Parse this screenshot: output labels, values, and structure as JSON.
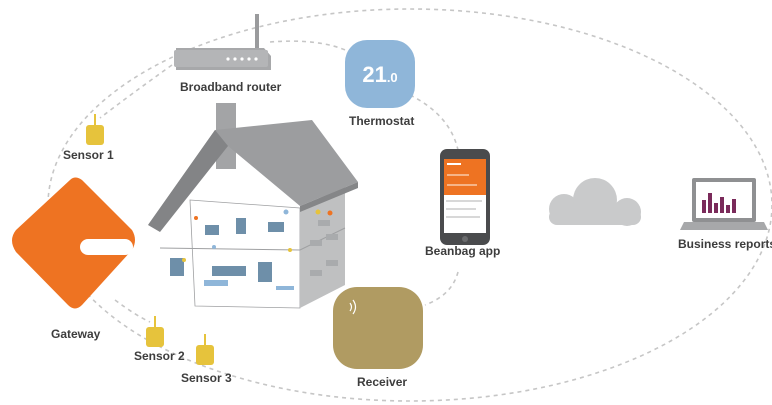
{
  "nodes": {
    "router": {
      "label": "Broadband router"
    },
    "thermostat": {
      "label": "Thermostat",
      "display": "21",
      "display_decimal": ".0"
    },
    "sensor1": {
      "label": "Sensor 1"
    },
    "sensor2": {
      "label": "Sensor 2"
    },
    "sensor3": {
      "label": "Sensor 3"
    },
    "gateway": {
      "label": "Gateway"
    },
    "receiver": {
      "label": "Receiver"
    },
    "app": {
      "label": "Beanbag app"
    },
    "reports": {
      "label": "Business reports"
    }
  },
  "colors": {
    "orange": "#ee7322",
    "thermostat": "#8fb6d9",
    "receiver": "#b09b62",
    "sensor": "#e6c33c",
    "cloud": "#c9cacb",
    "house_wall": "#bfc0c1",
    "roof": "#9c9d9f",
    "dashed": "#c6c6c6",
    "chart": "#7a2a5a",
    "text": "#3d3d3d"
  },
  "icons": {
    "router": "router-icon",
    "thermostat": "thermostat-icon",
    "sensor": "sensor-icon",
    "gateway": "gateway-icon",
    "receiver": "receiver-icon",
    "phone": "smartphone-icon",
    "cloud": "cloud-icon",
    "laptop": "laptop-icon",
    "house": "house-icon"
  }
}
